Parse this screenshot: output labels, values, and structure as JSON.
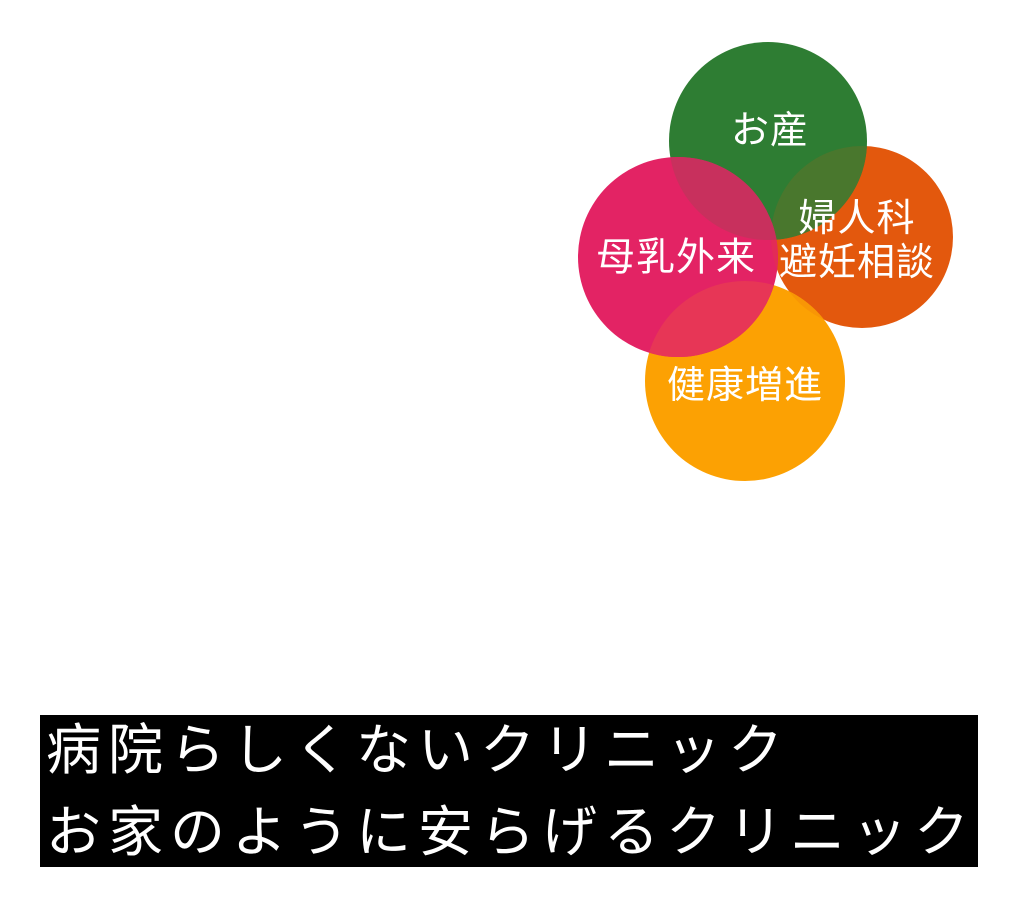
{
  "venn": {
    "obstetrics": {
      "label": "お産"
    },
    "breastfeeding": {
      "label": "母乳外来"
    },
    "gynecology": {
      "label_line1": "婦人科",
      "label_line2": "避妊相談"
    },
    "health": {
      "label": "健康増進"
    }
  },
  "colors": {
    "green": "#2E7D33",
    "pink": "#E32364",
    "orange": "#E3580D",
    "yellow": "#FCA103",
    "green_orange": "#49772D",
    "green_pink": "#C8305D",
    "pink_orange": "#E32B57",
    "pink_yellow": "#E73656",
    "orange_yellow": "#F89605",
    "slogan_background": "#000000",
    "slogan_text": "#FFFFFF"
  },
  "slogan": {
    "line1": "病院らしくないクリニック",
    "line2": "お家のように安らげるクリニック"
  }
}
